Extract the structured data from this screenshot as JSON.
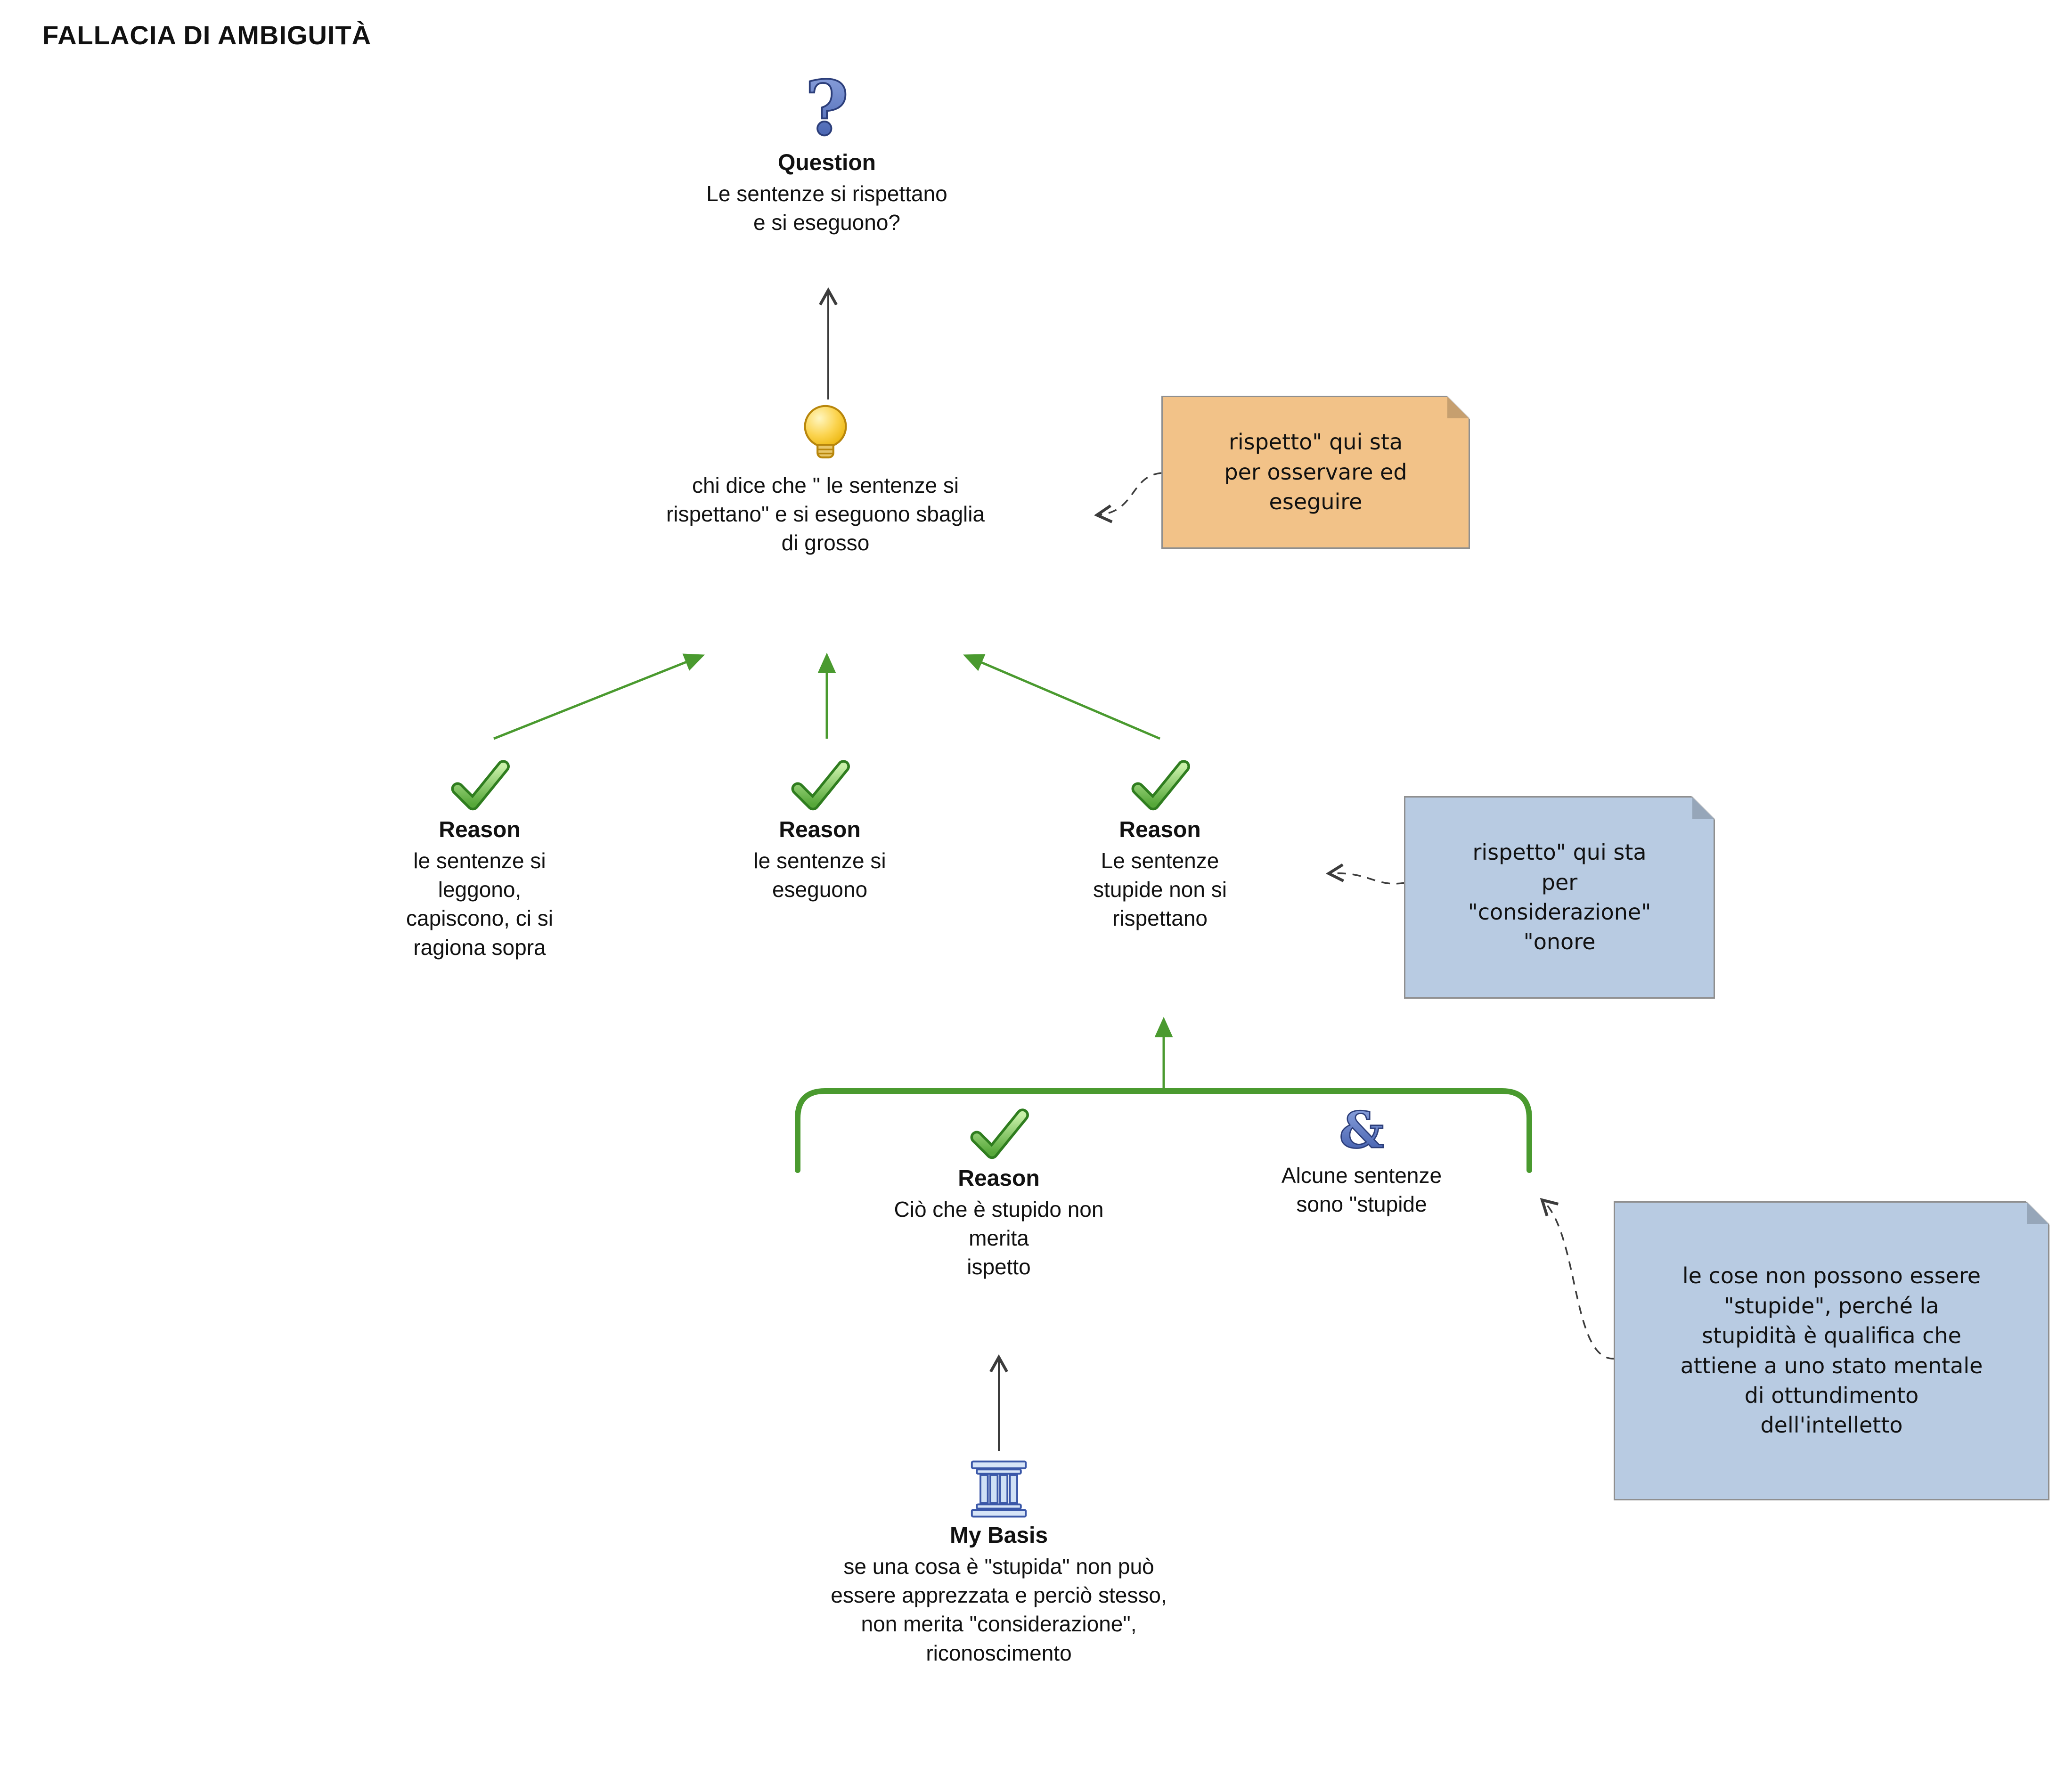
{
  "title": "FALLACIA DI AMBIGUITÀ",
  "colors": {
    "green": "#4a9a2f",
    "line": "#3c3c3c",
    "note_orange": "#f2c288",
    "note_blue": "#b8cbe2",
    "note_border": "#8f8f8f",
    "icon_blue": "#4f68b0"
  },
  "question": {
    "label": "Question",
    "text": "Le sentenze si rispettano\ne si eseguono?",
    "icon": "question-icon"
  },
  "contention": {
    "text": "chi dice che \" le sentenze si\nrispettano\" e si eseguono sbaglia\ndi grosso",
    "icon": "lightbulb-icon"
  },
  "reasons": [
    {
      "label": "Reason",
      "text": "le sentenze si\nleggono,\ncapiscono, ci si\nragiona sopra",
      "icon": "check-icon"
    },
    {
      "label": "Reason",
      "text": "le sentenze si\neseguono",
      "icon": "check-icon"
    },
    {
      "label": "Reason",
      "text": "Le sentenze\nstupide non si\nrispettano",
      "icon": "check-icon"
    }
  ],
  "group": {
    "sub_reason": {
      "label": "Reason",
      "text": "Ciò che è stupido non\nmerita\nispetto",
      "icon": "check-icon"
    },
    "and_node": {
      "text": "Alcune sentenze\nsono \"stupide",
      "icon": "ampersand-icon"
    }
  },
  "basis": {
    "label": "My Basis",
    "text": "se una cosa è \"stupida\" non può\nessere apprezzata e perciò stesso,\nnon merita \"considerazione\",\nriconoscimento",
    "icon": "pillar-icon"
  },
  "notes": [
    {
      "color": "orange",
      "text": "rispetto\" qui sta\nper osservare ed\neseguire"
    },
    {
      "color": "blue",
      "text": "rispetto\" qui sta\nper\n\"considerazione\"\n\"onore"
    },
    {
      "color": "blue",
      "text": "le cose non possono essere\n\"stupide\", perché la\nstupidità è qualifica che\nattiene a uno stato mentale\ndi ottundimento\ndell'intelletto"
    }
  ]
}
